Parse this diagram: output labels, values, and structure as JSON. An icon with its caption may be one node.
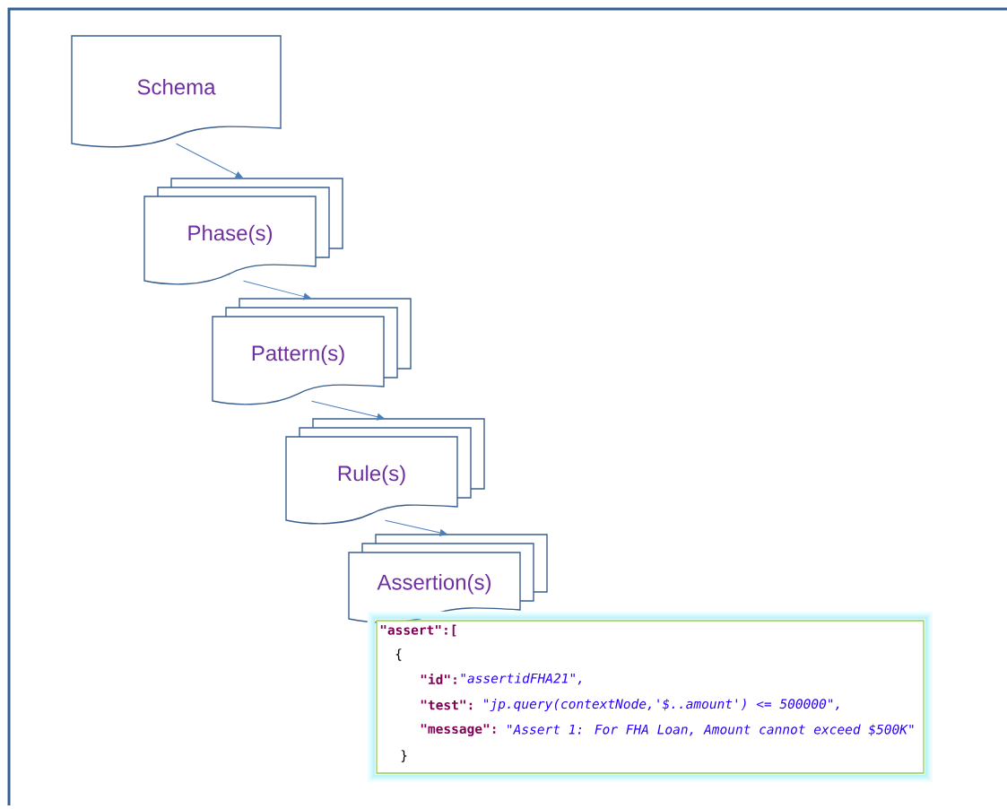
{
  "diagram": {
    "nodes": [
      {
        "text": [
          "Schema"
        ]
      },
      {
        "text": [
          "Phase(s)"
        ]
      },
      {
        "text": [
          "Pattern(s)"
        ]
      },
      {
        "text": [
          "Rule(s)"
        ]
      },
      {
        "text": [
          "Assertion(s)"
        ]
      },
      {
        "text": [
          "\"assert\":[",
          "{",
          "\"id\":",
          "\"assertidFHA21\",",
          "\"test\":",
          "\"jp.query(contextNode,'$..amount') <= 500000\",",
          "\"message\":",
          "\"Assert 1: For FHA Loan, Amount cannot exceed $500K\"",
          "}"
        ]
      }
    ],
    "edges": [
      {
        "from": 0,
        "to": 1,
        "arrow": "to"
      },
      {
        "from": 1,
        "to": 2,
        "arrow": "to"
      },
      {
        "from": 2,
        "to": 3,
        "arrow": "to"
      },
      {
        "from": 3,
        "to": 4,
        "arrow": "to"
      }
    ]
  }
}
